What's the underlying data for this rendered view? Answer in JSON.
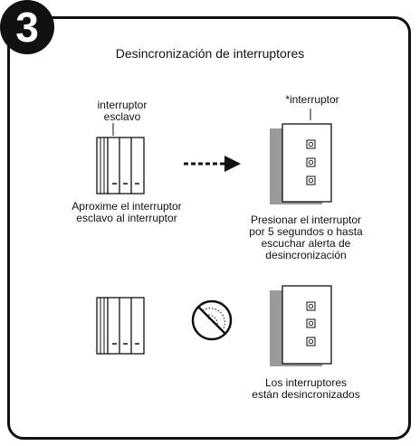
{
  "step_number": "3",
  "title": "Desincronización de interruptores",
  "labels": {
    "slave_switch": "interruptor\nesclavo",
    "switch": "*interruptor"
  },
  "captions": {
    "approach": "Aproxime el interruptor\nesclavo al interruptor",
    "press": "Presionar el interruptor\npor 5 segundos o hasta\nescuchar alerta de\ndesincronización",
    "result": "Los interruptores\nestán desincronizados"
  },
  "colors": {
    "ink": "#111111",
    "panel": "#ffffff",
    "shadow": "#9a9a9a"
  }
}
